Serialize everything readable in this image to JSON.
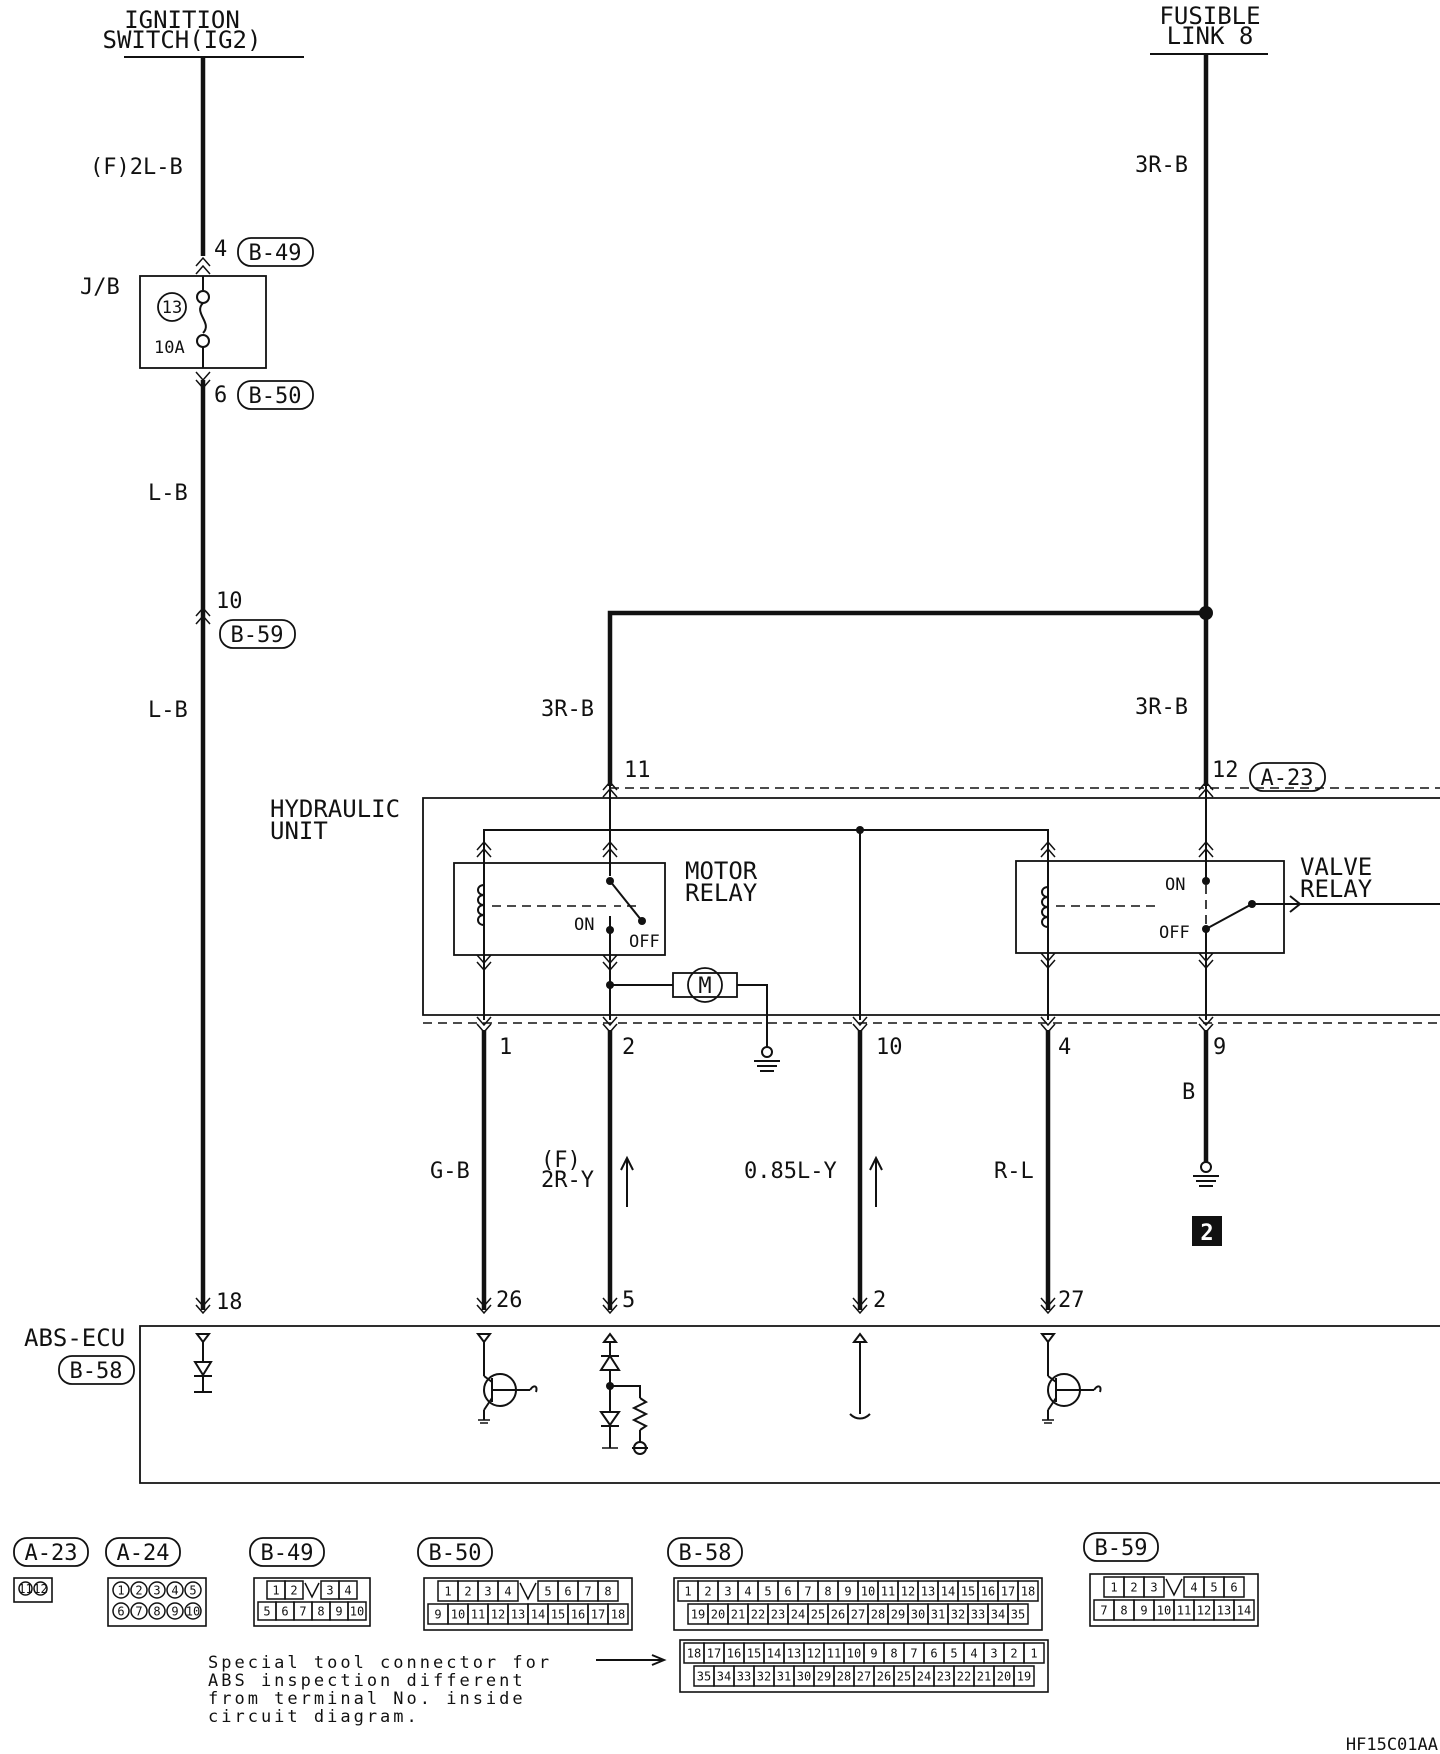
{
  "sources": {
    "ignition_switch": "IGNITION\nSWITCH(IG2)",
    "fusible_link": "FUSIBLE\nLINK 8"
  },
  "wires": {
    "ig_top": "(F)2L-B",
    "ig_mid": "L-B",
    "ig_low": "L-B",
    "fl_top": "3R-B",
    "motor_feed": "3R-B",
    "valve_feed": "3R-B",
    "pin1": "G-B",
    "pin2": "(F)\n2R-Y",
    "pin10": "0.85L-Y",
    "pin4": "R-L",
    "pin9": "B"
  },
  "junction_block": {
    "label": "J/B",
    "fuse_no": "13",
    "fuse_rating": "10A"
  },
  "terminals": {
    "b49_pin": "4",
    "b50_pin": "6",
    "b59_pin": "10",
    "hu_11": "11",
    "hu_12": "12",
    "hu_1": "1",
    "hu_2": "2",
    "hu_10": "10",
    "hu_4": "4",
    "hu_9": "9",
    "ecu_18": "18",
    "ecu_26": "26",
    "ecu_5": "5",
    "ecu_2": "2",
    "ecu_27": "27"
  },
  "connector_tags": {
    "b49": "B-49",
    "b50": "B-50",
    "b59": "B-59",
    "a23": "A-23",
    "b58": "B-58"
  },
  "hydraulic_unit": {
    "label": "HYDRAULIC\nUNIT",
    "motor_relay": "MOTOR\nRELAY",
    "valve_relay": "VALVE\nRELAY",
    "motor_on": "ON",
    "motor_off": "OFF",
    "valve_on": "ON",
    "valve_off": "OFF",
    "motor_symbol": "M"
  },
  "ecu": {
    "label": "ABS-ECU"
  },
  "ground_ref": "2",
  "connectors": [
    {
      "name": "A-23",
      "rows": [
        [
          "11",
          "12"
        ]
      ]
    },
    {
      "name": "A-24",
      "rows": [
        [
          "1",
          "2",
          "3",
          "4",
          "5"
        ],
        [
          "6",
          "7",
          "8",
          "9",
          "10"
        ]
      ]
    },
    {
      "name": "B-49",
      "rows": [
        [
          "1",
          "2",
          "",
          "3",
          "4"
        ],
        [
          "5",
          "6",
          "7",
          "8",
          "9",
          "10"
        ]
      ]
    },
    {
      "name": "B-50",
      "rows": [
        [
          "1",
          "2",
          "3",
          "4",
          "",
          "5",
          "6",
          "7",
          "8"
        ],
        [
          "9",
          "10",
          "11",
          "12",
          "13",
          "14",
          "15",
          "16",
          "17",
          "18"
        ]
      ]
    },
    {
      "name": "B-58",
      "rows": [
        [
          "1",
          "2",
          "3",
          "4",
          "5",
          "6",
          "7",
          "8",
          "9",
          "10",
          "11",
          "12",
          "13",
          "14",
          "15",
          "16",
          "17",
          "18"
        ],
        [
          "19",
          "20",
          "21",
          "22",
          "23",
          "24",
          "25",
          "26",
          "27",
          "28",
          "29",
          "30",
          "31",
          "32",
          "33",
          "34",
          "35"
        ]
      ]
    },
    {
      "name": "B-59",
      "rows": [
        [
          "1",
          "2",
          "3",
          "",
          "4",
          "5",
          "6"
        ],
        [
          "7",
          "8",
          "9",
          "10",
          "11",
          "12",
          "13",
          "14"
        ]
      ]
    }
  ],
  "special_tool": {
    "rows": [
      [
        "18",
        "17",
        "16",
        "15",
        "14",
        "13",
        "12",
        "11",
        "10",
        "9",
        "8",
        "7",
        "6",
        "5",
        "4",
        "3",
        "2",
        "1"
      ],
      [
        "35",
        "34",
        "33",
        "32",
        "31",
        "30",
        "29",
        "28",
        "27",
        "26",
        "25",
        "24",
        "23",
        "22",
        "21",
        "20",
        "19"
      ]
    ],
    "note": "Special tool connector for\nABS inspection different\nfrom terminal No. inside\ncircuit diagram."
  },
  "figure_code": "HF15C01AA"
}
